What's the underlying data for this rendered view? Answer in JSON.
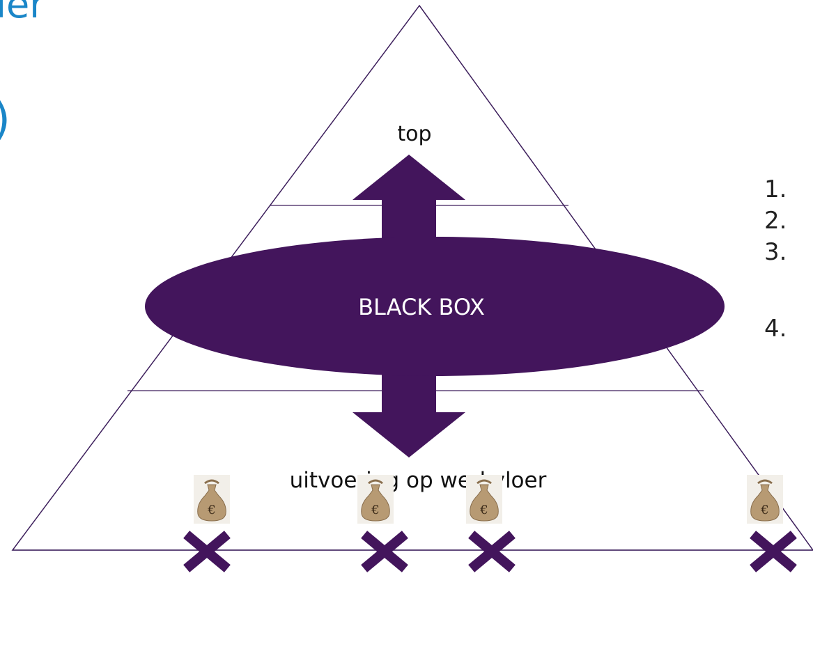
{
  "slide": {
    "title_fragments": [
      "ier",
      ")"
    ],
    "list_numbers": [
      "1.",
      "2.",
      "3.",
      "4."
    ]
  },
  "diagram": {
    "top_label": "top",
    "center_label": "BLACK BOX",
    "bottom_label": "uitvoering op werkvloer",
    "money_bag_symbol": "€",
    "colors": {
      "accent_purple": "#43155c",
      "outline": "#3d1f5c",
      "title_blue": "#1a86c8",
      "bag": "#b79a73"
    }
  }
}
